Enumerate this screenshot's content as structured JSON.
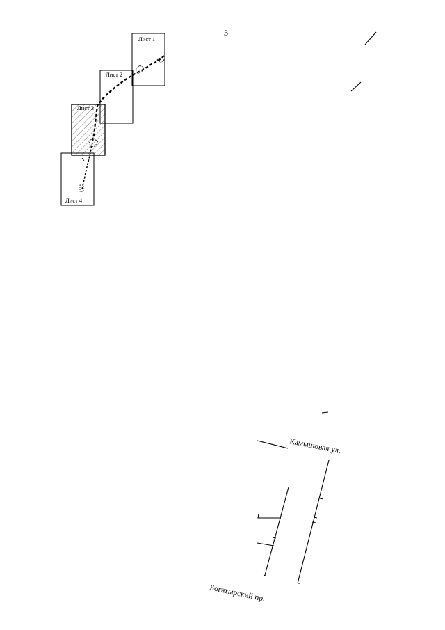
{
  "page": {
    "number": "3"
  },
  "index_map": {
    "sheets": [
      {
        "label": "Лист 1"
      },
      {
        "label": "Лист 2"
      },
      {
        "label": "Лист 3"
      },
      {
        "label": "Лист 4"
      }
    ]
  },
  "street_map": {
    "streets": [
      {
        "label": "Камышовая ул."
      },
      {
        "label": "Богатырский пр."
      }
    ]
  },
  "colors": {
    "ink": "#000000",
    "background": "#ffffff"
  }
}
